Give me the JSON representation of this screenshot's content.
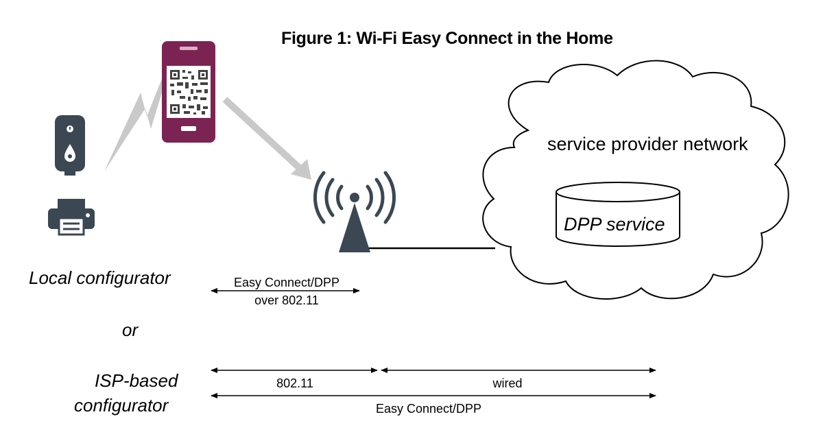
{
  "title": "Figure 1: Wi-Fi Easy Connect in the Home",
  "cloud": {
    "label": "service provider network"
  },
  "database": {
    "label": "DPP service"
  },
  "configurators": {
    "local": "Local configurator",
    "or": "or",
    "isp_line1": "ISP-based",
    "isp_line2": "configurator"
  },
  "links": {
    "local_line1": "Easy Connect/DPP",
    "local_line2": "over 802.11",
    "wireless": "802.11",
    "wired": "wired",
    "end_to_end": "Easy Connect/DPP"
  },
  "colors": {
    "phone": "#7b2453",
    "device_dark": "#3b4752",
    "arrow_gray": "#c9c9c9"
  },
  "icons": [
    "smartphone-qr-icon",
    "water-heater-icon",
    "printer-icon",
    "access-point-icon",
    "lightning-signal-icon",
    "cloud-icon",
    "database-icon"
  ]
}
